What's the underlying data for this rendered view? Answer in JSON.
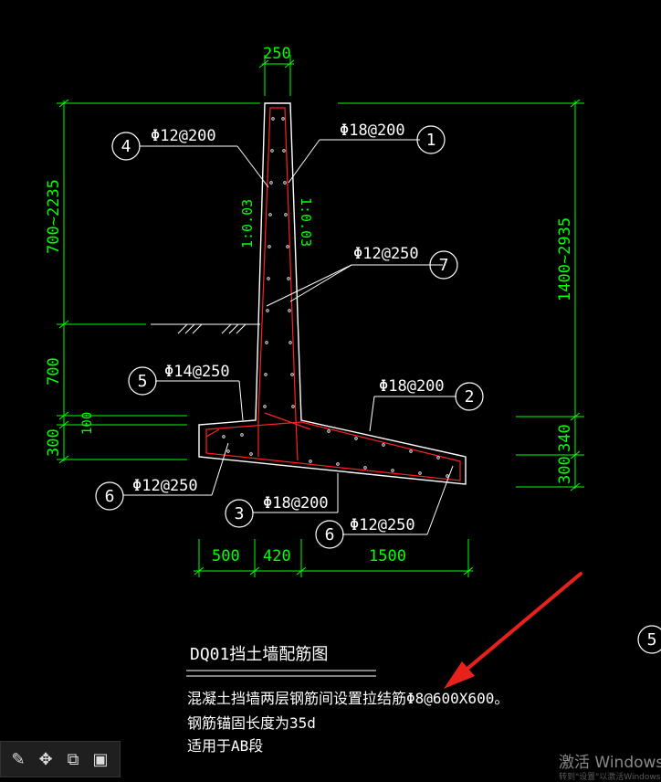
{
  "drawing": {
    "dims": {
      "top_width": "250",
      "left_upper": "700~2235",
      "left_mid": "700",
      "left_small": "100",
      "left_low": "300",
      "right_upper": "1400~2935",
      "right_mid": "340",
      "right_low": "300",
      "bottom_left": "500",
      "bottom_mid": "420",
      "bottom_right": "1500"
    },
    "slopes": {
      "left": "1:0.03",
      "right": "1:0.03"
    },
    "rebars": {
      "r1": {
        "num": "1",
        "label": "Φ18@200"
      },
      "r2": {
        "num": "2",
        "label": "Φ18@200"
      },
      "r3": {
        "num": "3",
        "label": "Φ18@200"
      },
      "r4": {
        "num": "4",
        "label": "Φ12@200"
      },
      "r5": {
        "num": "5",
        "label": "Φ14@250"
      },
      "r6a": {
        "num": "6",
        "label": "Φ12@250"
      },
      "r6b": {
        "num": "6",
        "label": "Φ12@250"
      },
      "r7": {
        "num": "7",
        "label": "Φ12@250"
      }
    },
    "edge_circle": "5",
    "title": "DQ01挡土墙配筋图",
    "notes": [
      "混凝土挡墙两层钢筋间设置拉结筋Φ8@600X600。",
      "钢筋锚固长度为35d",
      "适用于AB段"
    ]
  },
  "colors": {
    "dim": "#00ff00",
    "line": "#ffffff",
    "rebar": "#ff2020",
    "arrow": "#e8211b"
  },
  "toolbar": {
    "items": [
      {
        "icon": "edit-icon"
      },
      {
        "icon": "move-icon"
      },
      {
        "icon": "copy-icon"
      },
      {
        "icon": "paste-icon"
      }
    ]
  },
  "watermark": {
    "line1": "激活 Windows",
    "line2": "转到\"设置\"以激活Windows。"
  }
}
